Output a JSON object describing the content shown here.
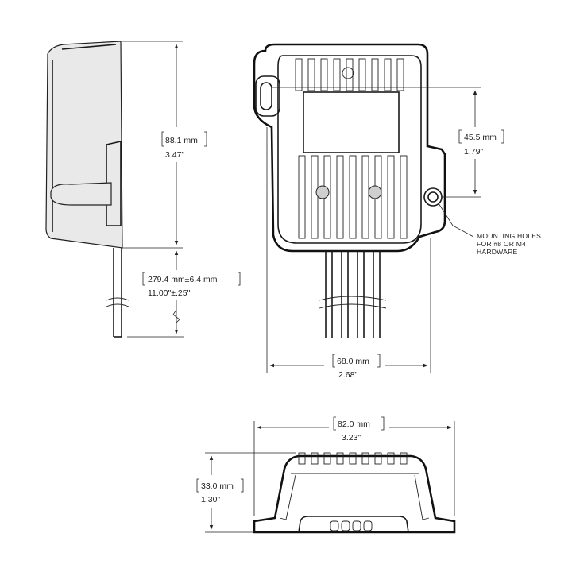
{
  "dimensions": {
    "height": {
      "metric": "88.1 mm",
      "imperial": "3.47\""
    },
    "cable_length": {
      "metric": "279.4 mm±6.4 mm",
      "imperial": "11.00\"±.25\""
    },
    "hole_spacing": {
      "metric": "45.5 mm",
      "imperial": "1.79\""
    },
    "width_front": {
      "metric": "68.0 mm",
      "imperial": "2.68\""
    },
    "width_bottom": {
      "metric": "82.0 mm",
      "imperial": "3.23\""
    },
    "depth": {
      "metric": "33.0 mm",
      "imperial": "1.30\""
    }
  },
  "callout": {
    "line1": "MOUNTING HOLES",
    "line2": "FOR #8 OR M4",
    "line3": "HARDWARE"
  }
}
